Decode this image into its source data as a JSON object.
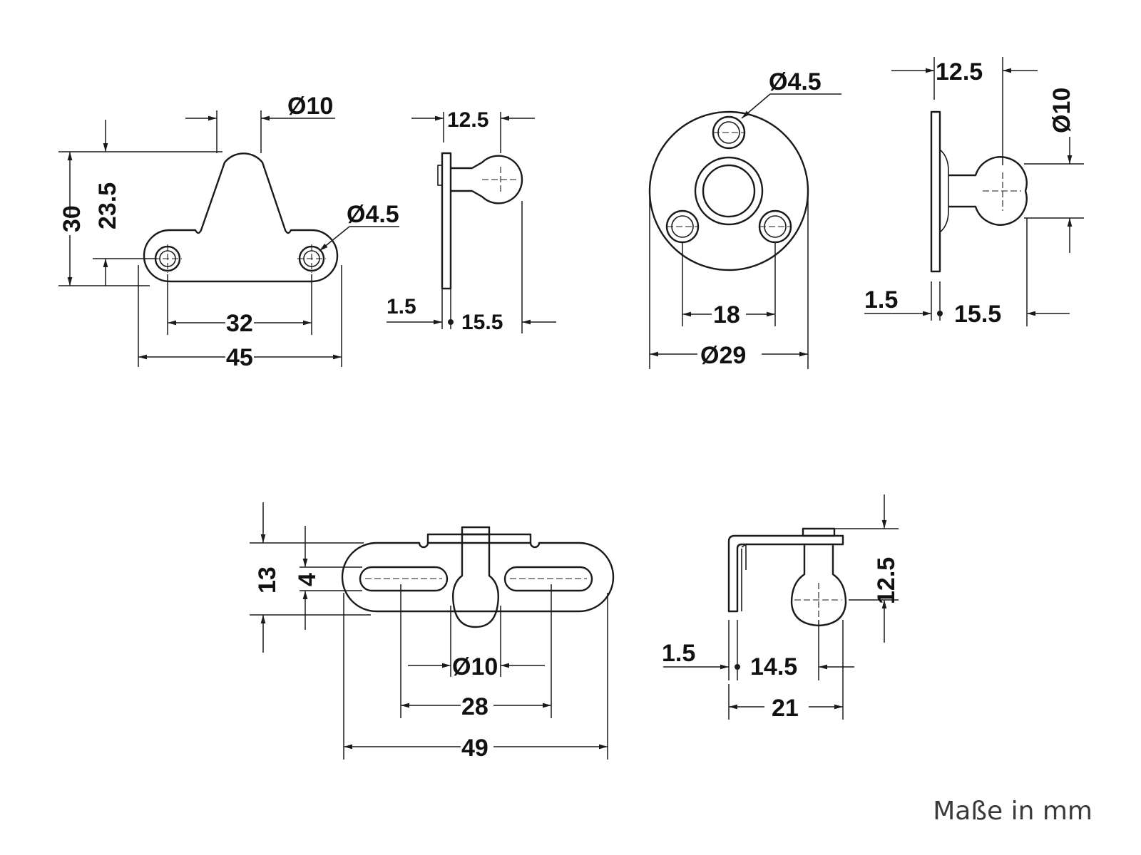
{
  "units_note": "Maße in mm",
  "colors": {
    "line": "#1a1a1a",
    "background": "#ffffff",
    "note": "#3a3a3a"
  },
  "view1": {
    "d_ball": "Ø10",
    "h_total": "30",
    "h_ball": "23.5",
    "d_hole": "Ø4.5",
    "hole_spacing": "32",
    "width": "45"
  },
  "view2": {
    "ball_offset": "12.5",
    "plate_thickness": "1.5",
    "depth": "15.5"
  },
  "view3": {
    "d_hole": "Ø4.5",
    "hole_spacing": "18",
    "diameter": "Ø29"
  },
  "view4": {
    "ball_offset": "12.5",
    "d_ball": "Ø10",
    "plate_thickness": "1.5",
    "depth": "15.5"
  },
  "view5": {
    "height": "13",
    "slot_width": "4",
    "d_ball": "Ø10",
    "slot_spacing": "28",
    "width": "49"
  },
  "view6": {
    "ball_height": "12.5",
    "plate_thickness": "1.5",
    "ball_offset": "14.5",
    "depth": "21"
  }
}
